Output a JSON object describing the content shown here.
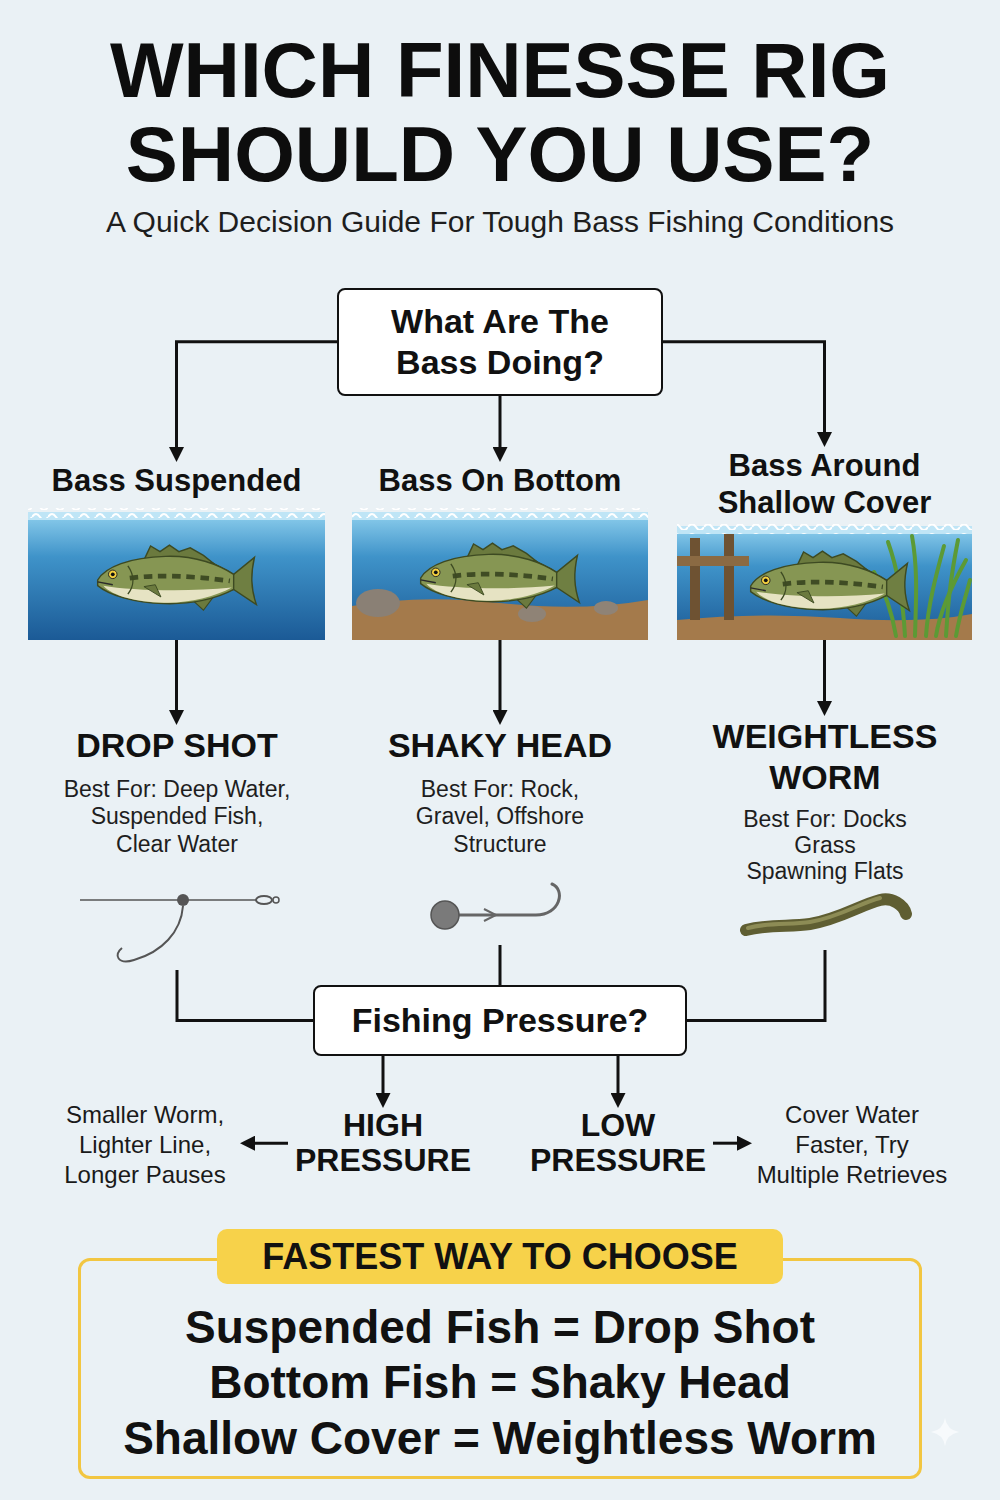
{
  "diagram": {
    "title": "WHICH FINESSE RIG SHOULD YOU USE?",
    "nodes": [
      {
        "text": [
          "What Are The Bass Doing?"
        ]
      },
      {
        "text": [
          "Bass Suspended"
        ]
      },
      {
        "text": [
          "Bass On Bottom"
        ]
      },
      {
        "text": [
          "Bass Around Shallow Cover"
        ]
      },
      {
        "text": [
          "DROP SHOT",
          "Best For: Deep Water, Suspended Fish, Clear Water"
        ]
      },
      {
        "text": [
          "SHAKY HEAD",
          "Best For: Rock, Gravel, Offshore Structure"
        ]
      },
      {
        "text": [
          "WEIGHTLESS WORM",
          "Best For: Docks Grass Spawning Flats"
        ]
      },
      {
        "text": [
          "Fishing Pressure?"
        ]
      },
      {
        "text": [
          "HIGH PRESSURE"
        ]
      },
      {
        "text": [
          "LOW PRESSURE"
        ]
      },
      {
        "text": [
          "Smaller Worm, Lighter Line, Longer Pauses"
        ]
      },
      {
        "text": [
          "Cover Water Faster, Try Multiple Retrieves"
        ]
      },
      {
        "text": [
          "FASTEST WAY TO CHOOSE",
          "Suspended Fish = Drop Shot",
          "Bottom Fish = Shaky Head",
          "Shallow Cover = Weightless Worm"
        ]
      }
    ],
    "edges": [
      {
        "from": 0,
        "to": 1,
        "arrow": "to"
      },
      {
        "from": 0,
        "to": 2,
        "arrow": "to"
      },
      {
        "from": 0,
        "to": 3,
        "arrow": "to"
      },
      {
        "from": 1,
        "to": 4,
        "arrow": "to"
      },
      {
        "from": 2,
        "to": 5,
        "arrow": "to"
      },
      {
        "from": 3,
        "to": 6,
        "arrow": "to"
      },
      {
        "from": 4,
        "to": 7,
        "arrow": "none"
      },
      {
        "from": 5,
        "to": 7,
        "arrow": "none"
      },
      {
        "from": 6,
        "to": 7,
        "arrow": "none"
      },
      {
        "from": 7,
        "to": 8,
        "arrow": "to"
      },
      {
        "from": 7,
        "to": 9,
        "arrow": "to"
      },
      {
        "from": 8,
        "to": 10,
        "arrow": "to"
      },
      {
        "from": 9,
        "to": 11,
        "arrow": "to"
      }
    ],
    "labels": [
      "A Quick Decision Guide For Tough Bass Fishing Conditions"
    ]
  }
}
